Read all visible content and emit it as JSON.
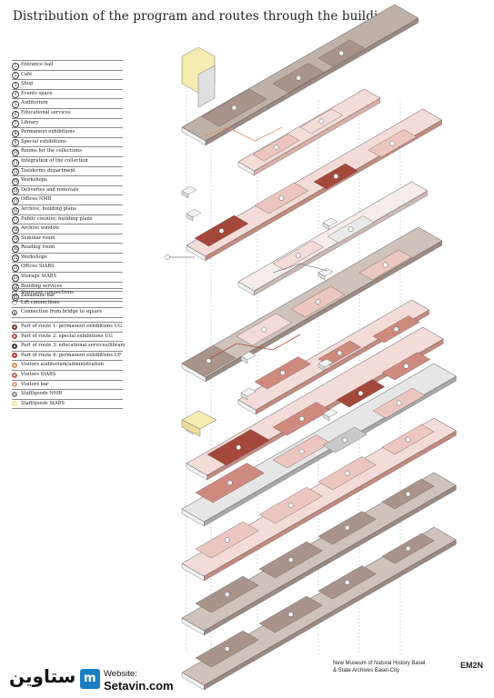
{
  "title": "Distribution of the program and routes through the building",
  "legend_program": [
    {
      "n": "1",
      "label": "Entrance hall"
    },
    {
      "n": "2",
      "label": "Café"
    },
    {
      "n": "3",
      "label": "Shop"
    },
    {
      "n": "4",
      "label": "Events space"
    },
    {
      "n": "5",
      "label": "Auditorium"
    },
    {
      "n": "6",
      "label": "Educational services"
    },
    {
      "n": "7",
      "label": "Library"
    },
    {
      "n": "8",
      "label": "Permanent exhibitions"
    },
    {
      "n": "9",
      "label": "Special exhibitions"
    },
    {
      "n": "10",
      "label": "Rooms for the collections"
    },
    {
      "n": "11",
      "label": "Integration of the collection"
    },
    {
      "n": "12",
      "label": "Taxidermy department"
    },
    {
      "n": "13",
      "label": "Workshops"
    },
    {
      "n": "14",
      "label": "Deliveries and removals"
    },
    {
      "n": "15",
      "label": "Offices NMB"
    },
    {
      "n": "16",
      "label": "Archive, building plans"
    },
    {
      "n": "17",
      "label": "Public counter, building plans"
    },
    {
      "n": "18",
      "label": "Archive window"
    },
    {
      "n": "19",
      "label": "Seminar room"
    },
    {
      "n": "20",
      "label": "Reading room"
    },
    {
      "n": "21",
      "label": "Workshops"
    },
    {
      "n": "22",
      "label": "Offices StABS"
    },
    {
      "n": "23",
      "label": "Storage StABS"
    },
    {
      "n": "24",
      "label": "Building services"
    },
    {
      "n": "25",
      "label": "Zasamane bar"
    }
  ],
  "legend_connections": [
    {
      "label": "Staircase connections",
      "symbol": "staircase-icon"
    },
    {
      "label": "Lift connections",
      "symbol": "lift-icon"
    },
    {
      "label": "Connection from bridge to square",
      "symbol": "4"
    }
  ],
  "legend_routes": [
    {
      "label": "Part of route 1: permanent exhibitions UG",
      "color": "#7a3a2e"
    },
    {
      "label": "Part of route 2: special exhibitions UG",
      "color": "#b05a4a"
    },
    {
      "label": "Part of route 3: educational services/library",
      "color": "#4a3a34"
    },
    {
      "label": "Part of route 4: permanent exhibitions UF",
      "color": "#c0392b"
    },
    {
      "label": "Visitors auditorium/administration",
      "color": "#d9925e"
    },
    {
      "label": "Visitors StABS",
      "color": "#c86a5a"
    },
    {
      "label": "Visitors bar",
      "color": "#e0a78a"
    },
    {
      "label": "Staff/goods NMB",
      "color": "#8a8a8a"
    },
    {
      "label": "Staff/goods StABS",
      "color": "#f2e3a0"
    }
  ],
  "footer": {
    "line1": "New Museum of Natural History Basel",
    "line2": "& State Archives Basel-City",
    "brand": "EM2N"
  },
  "watermark": {
    "arabic": "ستاوین",
    "website_label": "Website:",
    "site": "Setavin.com"
  },
  "colors": {
    "dark_red": "#a5483c",
    "mid_red": "#cf8a80",
    "light_pink": "#ecc6c0",
    "pale_pink": "#f3dcd8",
    "taupe": "#a8948a",
    "grey": "#c9c9c9",
    "yellow": "#f4ecb0"
  }
}
